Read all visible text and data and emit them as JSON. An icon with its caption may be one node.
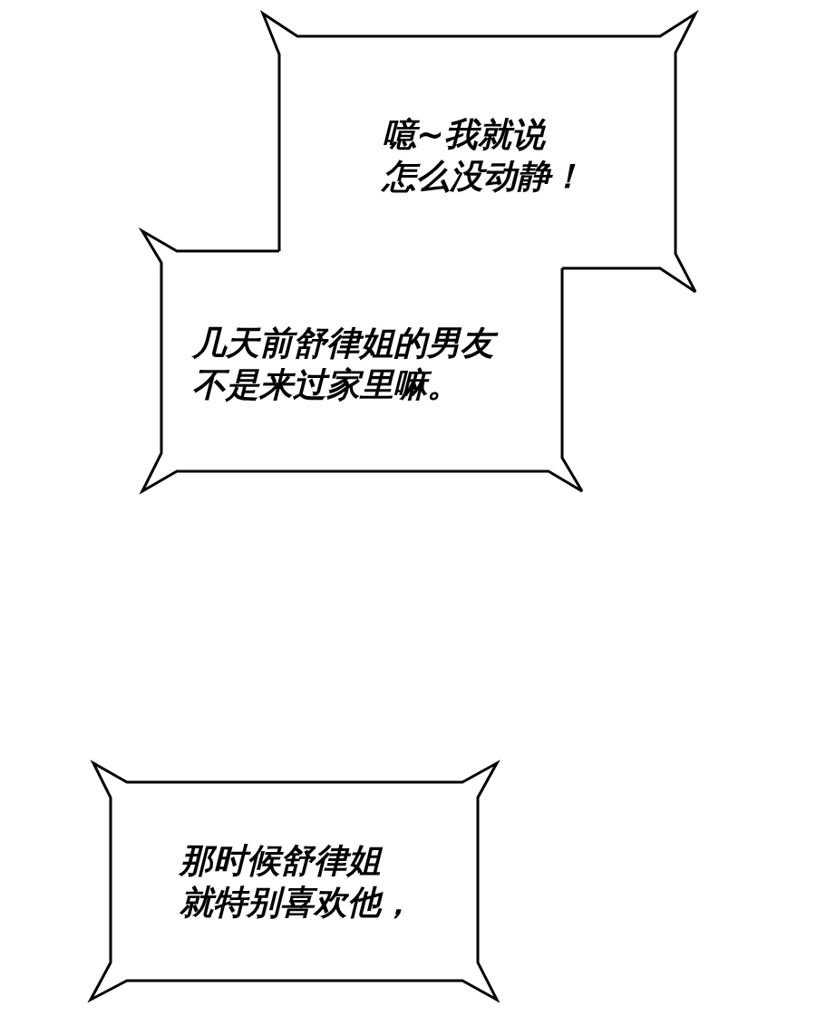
{
  "diagram": {
    "nodes": [
      {
        "text": [
          "噫~我就说怎么没动静！"
        ]
      },
      {
        "text": [
          "几天前舒律姐的男友不是来过家里嘛。"
        ]
      },
      {
        "text": [
          "那时候舒律姐就特别喜欢他，"
        ]
      }
    ]
  }
}
